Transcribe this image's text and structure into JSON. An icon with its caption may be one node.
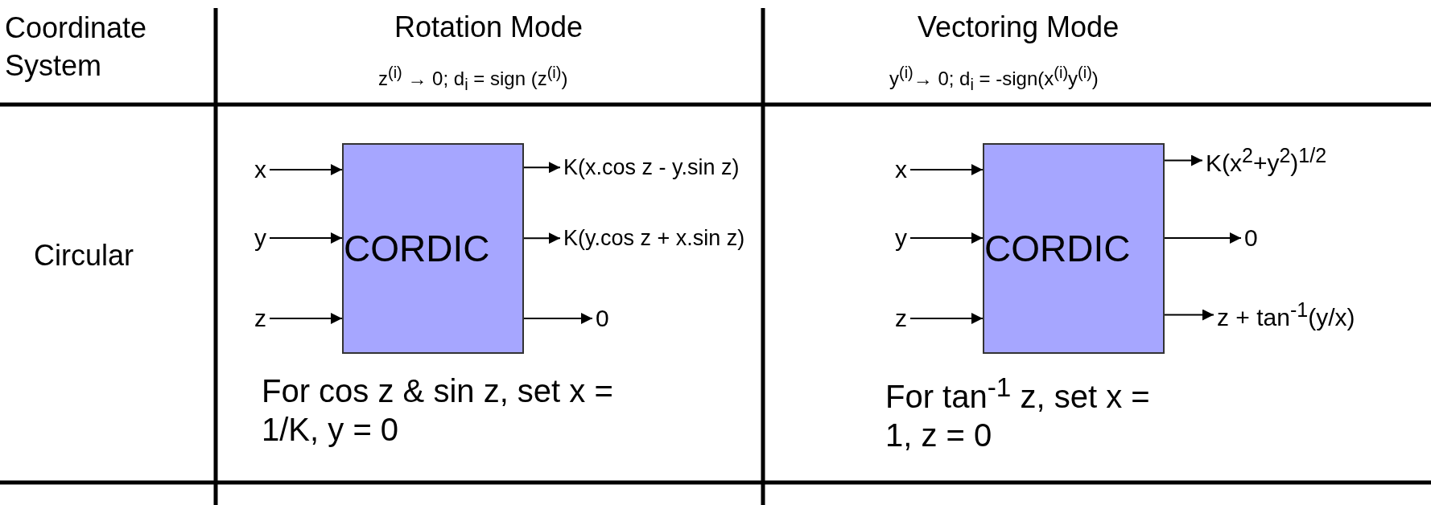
{
  "diagram": {
    "nodes": [
      {
        "text": [
          "CORDIC"
        ]
      },
      {
        "text": [
          "x"
        ]
      },
      {
        "text": [
          "y"
        ]
      },
      {
        "text": [
          "z"
        ]
      },
      {
        "text": [
          "K(x.cos z - y.sin z)"
        ]
      },
      {
        "text": [
          "K(y.cos z + x.sin z)"
        ]
      },
      {
        "text": [
          "0"
        ]
      },
      {
        "text": [
          "CORDIC"
        ]
      },
      {
        "text": [
          "x"
        ]
      },
      {
        "text": [
          "y"
        ]
      },
      {
        "text": [
          "z"
        ]
      },
      {
        "text": [
          "K(x$^{2}$+y$^{2}$)$^{1/2}$"
        ]
      },
      {
        "text": [
          "0"
        ]
      },
      {
        "text": [
          "z + tan$^{-1}$(y/x)"
        ]
      }
    ],
    "edges": [
      {
        "from": 1,
        "to": 0,
        "arrow": "to"
      },
      {
        "from": 2,
        "to": 0,
        "arrow": "to"
      },
      {
        "from": 3,
        "to": 0,
        "arrow": "to"
      },
      {
        "from": 0,
        "to": 4,
        "arrow": "to"
      },
      {
        "from": 0,
        "to": 5,
        "arrow": "to"
      },
      {
        "from": 0,
        "to": 6,
        "arrow": "to"
      },
      {
        "from": 8,
        "to": 7,
        "arrow": "to"
      },
      {
        "from": 9,
        "to": 7,
        "arrow": "to"
      },
      {
        "from": 10,
        "to": 7,
        "arrow": "to"
      },
      {
        "from": 7,
        "to": 11,
        "arrow": "to"
      },
      {
        "from": 7,
        "to": 12,
        "arrow": "to"
      },
      {
        "from": 7,
        "to": 13,
        "arrow": "to"
      }
    ],
    "labels": [
      "Coordinate System",
      "Rotation Mode",
      "z$^{(i)}$ → 0; d$_{i}$ = sign (z$^{(i)}$)",
      "Vectoring Mode",
      "y$^{(i)}$→ 0; d$_{i}$ = -sign(x$^{(i)}$y$^{(i)}$)",
      "Circular",
      "For cos z & sin z, set x = 1/K, y = 0",
      "For tan$^{-1}$ z, set x = 1, z = 0"
    ]
  }
}
